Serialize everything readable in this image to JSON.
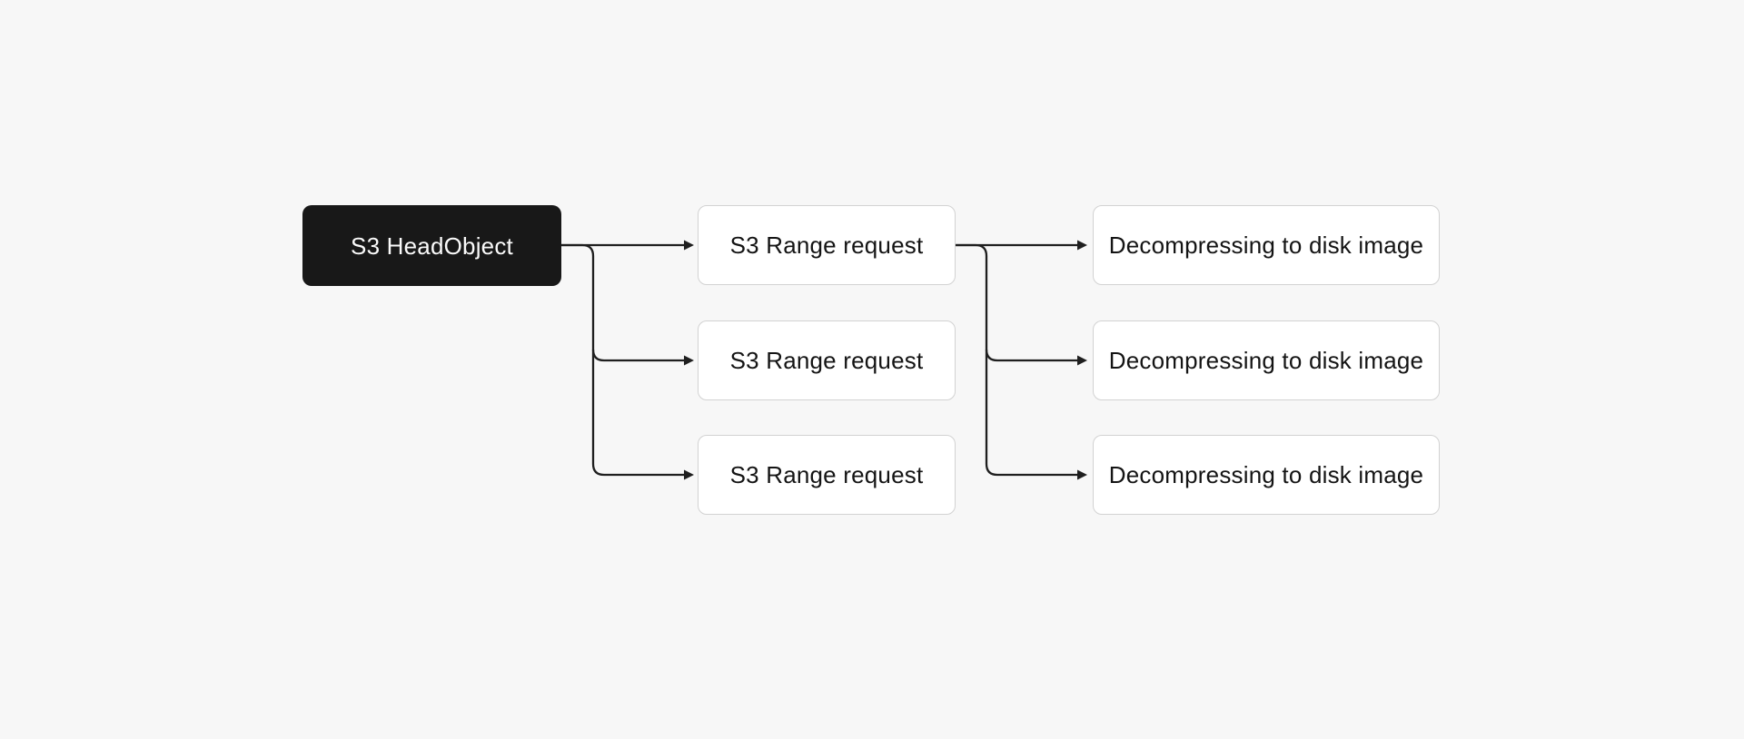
{
  "diagram": {
    "colors": {
      "background": "#f7f7f7",
      "connector": "#1f1f1f",
      "node_background": "#ffffff",
      "node_border": "#d2d2d2",
      "node_text": "#141414",
      "source_node_background": "#181818",
      "source_node_text": "#fafafa"
    },
    "source": {
      "label": "S3 HeadObject"
    },
    "range_requests": [
      {
        "label": "S3 Range request"
      },
      {
        "label": "S3 Range request"
      },
      {
        "label": "S3 Range request"
      }
    ],
    "decompress": [
      {
        "label": "Decompressing to disk image"
      },
      {
        "label": "Decompressing to disk image"
      },
      {
        "label": "Decompressing to disk image"
      }
    ]
  }
}
